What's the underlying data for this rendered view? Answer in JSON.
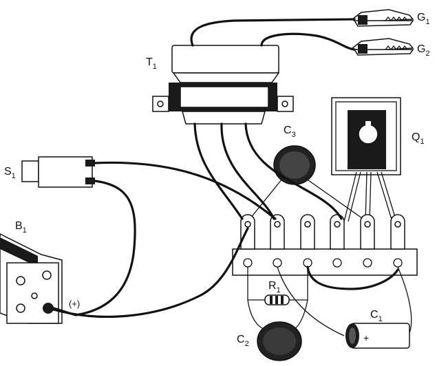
{
  "labels": {
    "g1": {
      "main": "G",
      "sub": "1"
    },
    "g2": {
      "main": "G",
      "sub": "2"
    },
    "t1": {
      "main": "T",
      "sub": "1"
    },
    "c3": {
      "main": "C",
      "sub": "3"
    },
    "q1": {
      "main": "Q",
      "sub": "1"
    },
    "s1": {
      "main": "S",
      "sub": "1"
    },
    "b1": {
      "main": "B",
      "sub": "1"
    },
    "r1": {
      "main": "R",
      "sub": "1"
    },
    "c1": {
      "main": "C",
      "sub": "1"
    },
    "c2": {
      "main": "C",
      "sub": "2"
    },
    "polarity": "(+)",
    "cap_plus": "+"
  },
  "colors": {
    "ink": "#111111",
    "paper": "#ffffff"
  },
  "terminal_strip": {
    "lug_count": 6
  }
}
